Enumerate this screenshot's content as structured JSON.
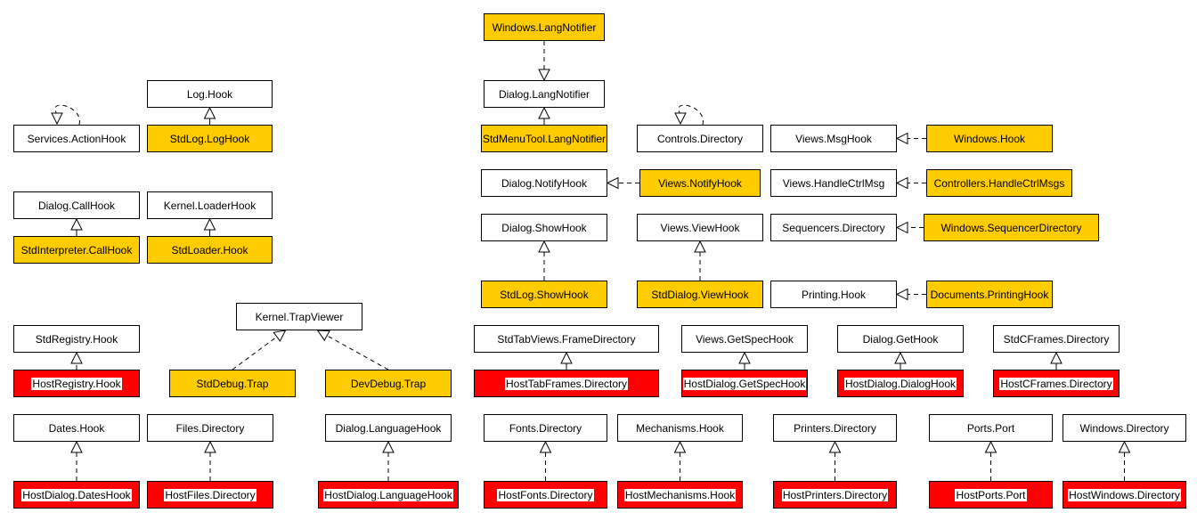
{
  "colors": {
    "interface_fill": "#ffffff",
    "std_implementation_fill": "#ffcc00",
    "host_implementation_fill": "#ff0000",
    "line": "#000000"
  },
  "nodes": {
    "windows_langnotifier": "Windows.LangNotifier",
    "dialog_langnotifier": "Dialog.LangNotifier",
    "log_hook": "Log.Hook",
    "services_actionhook": "Services.ActionHook",
    "stdlog_loghook": "StdLog.LogHook",
    "stdmenutool_langnotifier": "StdMenuTool.LangNotifier",
    "controls_directory": "Controls.Directory",
    "views_msghook": "Views.MsgHook",
    "windows_hook": "Windows.Hook",
    "dialog_notifyhook": "Dialog.NotifyHook",
    "views_notifyhook": "Views.NotifyHook",
    "views_handlectrlmsg": "Views.HandleCtrlMsg",
    "controllers_handlectrlmsgs": "Controllers.HandleCtrlMsgs",
    "dialog_callhook": "Dialog.CallHook",
    "kernel_loaderhook": "Kernel.LoaderHook",
    "dialog_showhook": "Dialog.ShowHook",
    "views_viewhook": "Views.ViewHook",
    "sequencers_directory": "Sequencers.Directory",
    "windows_sequencerdirectory": "Windows.SequencerDirectory",
    "stdinterpreter_callhook": "StdInterpreter.CallHook",
    "stdloader_hook": "StdLoader.Hook",
    "stdlog_showhook": "StdLog.ShowHook",
    "stddialog_viewhook": "StdDialog.ViewHook",
    "printing_hook": "Printing.Hook",
    "documents_printinghook": "Documents.PrintingHook",
    "kernel_trapviewer": "Kernel.TrapViewer",
    "stdregistry_hook": "StdRegistry.Hook",
    "stdtabviews_framedirectory": "StdTabViews.FrameDirectory",
    "views_getspechook": "Views.GetSpecHook",
    "dialog_gethook": "Dialog.GetHook",
    "stdcframes_directory": "StdCFrames.Directory",
    "hostregistry_hook": "HostRegistry.Hook",
    "stddebug_trap": "StdDebug.Trap",
    "devdebug_trap": "DevDebug.Trap",
    "hosttabframes_directory": "HostTabFrames.Directory",
    "hostdialog_getspechook": "HostDialog.GetSpecHook",
    "hostdialog_dialoghook": "HostDialog.DialogHook",
    "hostcframes_directory": "HostCFrames.Directory",
    "dates_hook": "Dates.Hook",
    "files_directory": "Files.Directory",
    "dialog_languagehook": "Dialog.LanguageHook",
    "fonts_directory": "Fonts.Directory",
    "mechanisms_hook": "Mechanisms.Hook",
    "printers_directory": "Printers.Directory",
    "ports_port": "Ports.Port",
    "windows_directory": "Windows.Directory",
    "hostdialog_dateshook": "HostDialog.DatesHook",
    "hostfiles_directory": "HostFiles.Directory",
    "hostdialog_languagehook": "HostDialog.LanguageHook",
    "hostfonts_directory": "HostFonts.Directory",
    "hostmechanisms_hook": "HostMechanisms.Hook",
    "hostprinters_directory": "HostPrinters.Directory",
    "hostports_port": "HostPorts.Port",
    "hostwindows_directory": "HostWindows.Directory"
  },
  "edges": [
    {
      "from": "windows-langnotifier",
      "to": "dialog-langnotifier",
      "style": "dashed"
    },
    {
      "from": "stdmenutool-langnotifier",
      "to": "dialog-langnotifier",
      "style": "solid"
    },
    {
      "from": "stdlog-loghook",
      "to": "log-hook",
      "style": "solid"
    },
    {
      "from": "services-actionhook",
      "to": "services-actionhook",
      "style": "dashed"
    },
    {
      "from": "controls-directory",
      "to": "controls-directory",
      "style": "dashed"
    },
    {
      "from": "windows-hook",
      "to": "views-msghook",
      "style": "dashed"
    },
    {
      "from": "views-notifyhook",
      "to": "dialog-notifyhook",
      "style": "dashed"
    },
    {
      "from": "controllers-handlectrlmsgs",
      "to": "views-handlectrlmsg",
      "style": "dashed"
    },
    {
      "from": "stdinterpreter-callhook",
      "to": "dialog-callhook",
      "style": "solid"
    },
    {
      "from": "stdloader-hook",
      "to": "kernel-loaderhook",
      "style": "solid"
    },
    {
      "from": "stdlog-showhook",
      "to": "dialog-showhook",
      "style": "dashed"
    },
    {
      "from": "stddialog-viewhook",
      "to": "views-viewhook",
      "style": "dashed"
    },
    {
      "from": "windows-sequencerdirectory",
      "to": "sequencers-directory",
      "style": "dashed"
    },
    {
      "from": "documents-printinghook",
      "to": "printing-hook",
      "style": "dashed"
    },
    {
      "from": "stddebug-trap",
      "to": "kernel-trapviewer",
      "style": "dashed"
    },
    {
      "from": "devdebug-trap",
      "to": "kernel-trapviewer",
      "style": "dashed"
    },
    {
      "from": "hostregistry-hook",
      "to": "stdregistry-hook",
      "style": "dashed"
    },
    {
      "from": "hosttabframes-directory",
      "to": "stdtabviews-framedirectory",
      "style": "solid"
    },
    {
      "from": "hostdialog-getspechook",
      "to": "views-getspechook",
      "style": "solid"
    },
    {
      "from": "hostdialog-dialoghook",
      "to": "dialog-gethook",
      "style": "solid"
    },
    {
      "from": "hostcframes-directory",
      "to": "stdcframes-directory",
      "style": "solid"
    },
    {
      "from": "hostdialog-dateshook",
      "to": "dates-hook",
      "style": "dashed"
    },
    {
      "from": "hostfiles-directory",
      "to": "files-directory",
      "style": "dashed"
    },
    {
      "from": "hostdialog-languagehook",
      "to": "dialog-languagehook",
      "style": "dashed"
    },
    {
      "from": "hostfonts-directory",
      "to": "fonts-directory",
      "style": "dashed"
    },
    {
      "from": "hostmechanisms-hook",
      "to": "mechanisms-hook",
      "style": "dashed"
    },
    {
      "from": "hostprinters-directory",
      "to": "printers-directory",
      "style": "dashed"
    },
    {
      "from": "hostports-port",
      "to": "ports-port",
      "style": "dashed"
    },
    {
      "from": "hostwindows-directory",
      "to": "windows-directory",
      "style": "dashed"
    }
  ]
}
